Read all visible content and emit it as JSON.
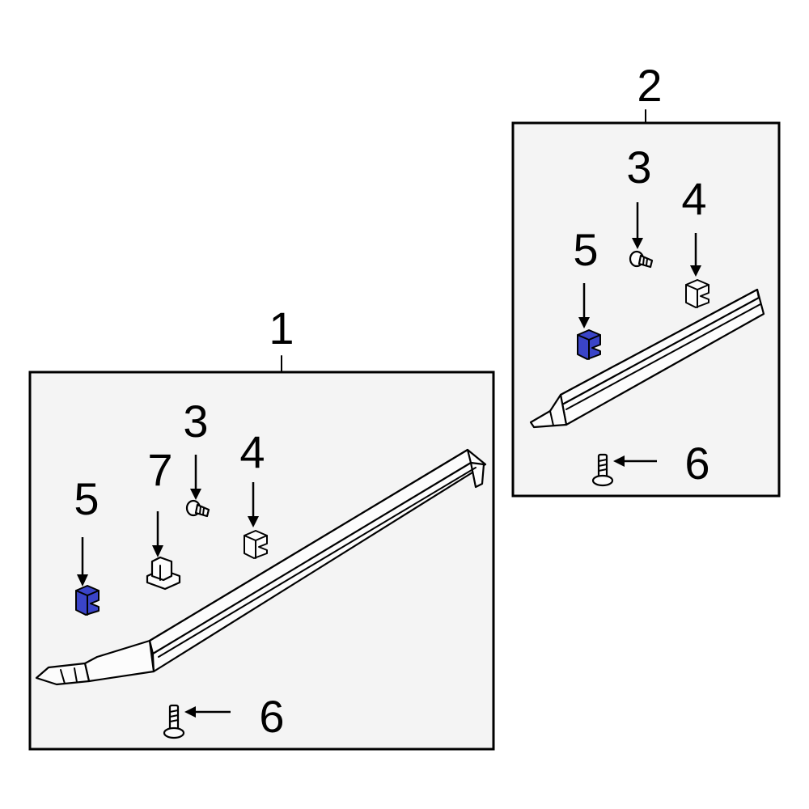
{
  "diagram": {
    "assembly_1": {
      "callout": "1",
      "parts": {
        "p3": "3",
        "p4": "4",
        "p5": "5",
        "p6": "6",
        "p7": "7"
      }
    },
    "assembly_2": {
      "callout": "2",
      "parts": {
        "p3": "3",
        "p4": "4",
        "p5": "5",
        "p6": "6"
      }
    },
    "colors": {
      "highlight": "#3a44c8",
      "frame_fill": "#f4f4f4",
      "line": "#000000"
    }
  }
}
